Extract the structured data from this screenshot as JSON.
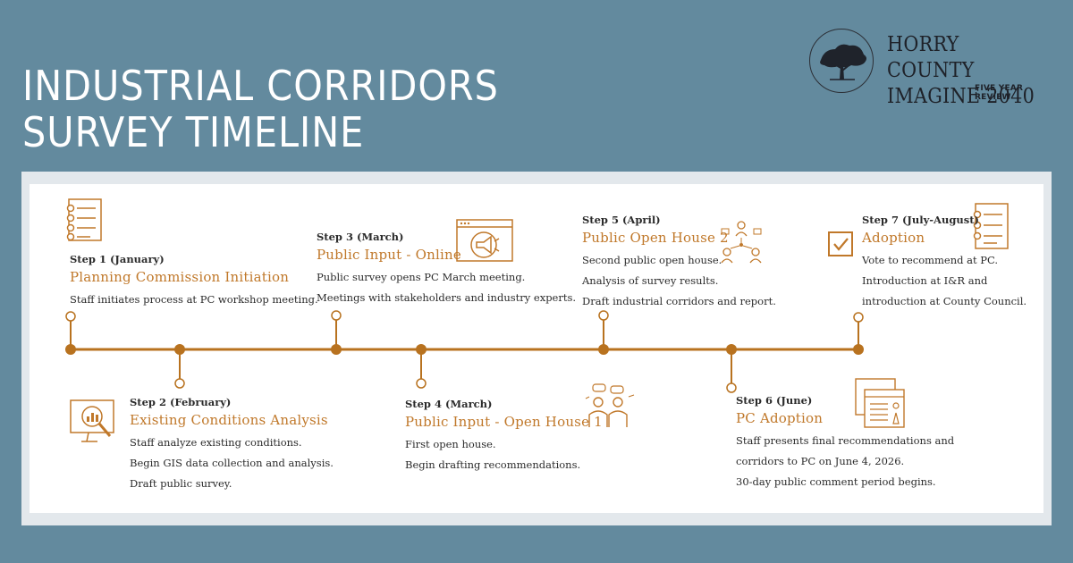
{
  "title": {
    "line1": "INDUSTRIAL CORRIDORS",
    "line2": "SURVEY TIMELINE"
  },
  "logo": {
    "line1": "HORRY COUNTY",
    "line2": "IMAGINE 2040",
    "sub": "FIVE YEAR REVIEW"
  },
  "colors": {
    "background": "#638a9e",
    "accent": "#c0782a",
    "timeline": "#b8721f"
  },
  "steps": [
    {
      "step": "Step 1 (January)",
      "title": "Planning Commission Initiation",
      "lines": [
        "Staff initiates process at PC workshop meeting."
      ],
      "icon": "checklist-icon"
    },
    {
      "step": "Step 2 (February)",
      "title": "Existing Conditions Analysis",
      "lines": [
        "Staff analyze existing conditions.",
        "Begin GIS data collection and analysis.",
        "Draft public survey."
      ],
      "icon": "analytics-icon"
    },
    {
      "step": "Step 3 (March)",
      "title": "Public Input - Online",
      "lines": [
        "Public survey opens PC March meeting.",
        "Meetings with stakeholders and industry experts."
      ],
      "icon": "online-megaphone-icon"
    },
    {
      "step": "Step 4 (March)",
      "title": "Public Input - Open House 1",
      "lines": [
        "First open house.",
        "Begin drafting recommendations."
      ],
      "icon": "discussion-icon"
    },
    {
      "step": "Step 5 (April)",
      "title": "Public Open House 2",
      "lines": [
        "Second public open house.",
        "Analysis of survey results.",
        "Draft industrial corridors and report."
      ],
      "icon": "network-people-icon"
    },
    {
      "step": "Step 6 (June)",
      "title": "PC Adoption",
      "lines": [
        "Staff presents final recommendations and",
        "corridors to PC on June 4, 2026.",
        "30-day public comment period begins."
      ],
      "icon": "documents-icon"
    },
    {
      "step": "Step 7 (July-August)",
      "title": "Adoption",
      "lines": [
        "Vote to recommend at PC.",
        "Introduction at I&R and",
        "introduction at County Council."
      ],
      "icon": "checkbox-icon"
    }
  ]
}
